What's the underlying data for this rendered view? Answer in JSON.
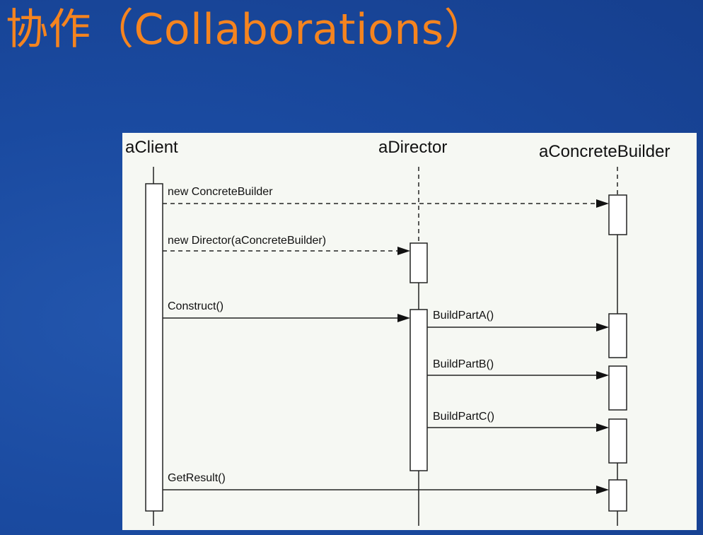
{
  "slide": {
    "title": "协作（Collaborations）"
  },
  "diagram": {
    "objects": [
      {
        "id": "client",
        "label": "aClient"
      },
      {
        "id": "director",
        "label": "aDirector"
      },
      {
        "id": "builder",
        "label": "aConcreteBuilder"
      }
    ],
    "messages": [
      {
        "id": "m1",
        "label": "new ConcreteBuilder",
        "from": "client",
        "to": "builder",
        "style": "dashed"
      },
      {
        "id": "m2",
        "label": "new Director(aConcreteBuilder)",
        "from": "client",
        "to": "director",
        "style": "dashed"
      },
      {
        "id": "m3",
        "label": "Construct()",
        "from": "client",
        "to": "director",
        "style": "solid"
      },
      {
        "id": "m4",
        "label": "BuildPartA()",
        "from": "director",
        "to": "builder",
        "style": "solid"
      },
      {
        "id": "m5",
        "label": "BuildPartB()",
        "from": "director",
        "to": "builder",
        "style": "solid"
      },
      {
        "id": "m6",
        "label": "BuildPartC()",
        "from": "director",
        "to": "builder",
        "style": "solid"
      },
      {
        "id": "m7",
        "label": "GetResult()",
        "from": "client",
        "to": "builder",
        "style": "solid"
      }
    ]
  },
  "colors": {
    "title": "#f5841f",
    "background": "#1a4aa0",
    "panel": "#f6f8f3",
    "ink": "#111111"
  }
}
